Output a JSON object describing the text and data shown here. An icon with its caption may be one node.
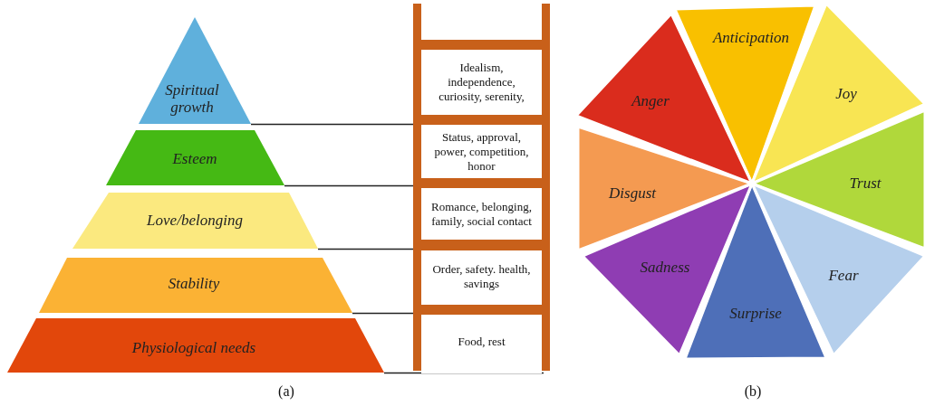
{
  "diagram": {
    "nodes": [
      {
        "text": [
          "Spiritual growth"
        ]
      },
      {
        "text": [
          "Esteem"
        ]
      },
      {
        "text": [
          "Love/belonging"
        ]
      },
      {
        "text": [
          "Stability"
        ]
      },
      {
        "text": [
          "Physiological needs"
        ]
      },
      {
        "text": [
          "Idealism, independence, curiosity, serenity,"
        ]
      },
      {
        "text": [
          "Status, approval, power, competition, honor"
        ]
      },
      {
        "text": [
          "Romance, belonging, family, social contact"
        ]
      },
      {
        "text": [
          "Order, safety. health, savings"
        ]
      },
      {
        "text": [
          "Food, rest"
        ]
      },
      {
        "text": [
          "Anticipation"
        ]
      },
      {
        "text": [
          "Joy"
        ]
      },
      {
        "text": [
          "Trust"
        ]
      },
      {
        "text": [
          "Fear"
        ]
      },
      {
        "text": [
          "Surprise"
        ]
      },
      {
        "text": [
          "Sadness"
        ]
      },
      {
        "text": [
          "Disgust"
        ]
      },
      {
        "text": [
          "Anger"
        ]
      }
    ],
    "edges": [
      {
        "from": 0,
        "to": 5,
        "arrow": "none"
      },
      {
        "from": 1,
        "to": 6,
        "arrow": "none"
      },
      {
        "from": 2,
        "to": 7,
        "arrow": "none"
      },
      {
        "from": 3,
        "to": 8,
        "arrow": "none"
      },
      {
        "from": 4,
        "to": 9,
        "arrow": "none"
      }
    ],
    "labels": [
      "(a)",
      "(b)"
    ]
  }
}
